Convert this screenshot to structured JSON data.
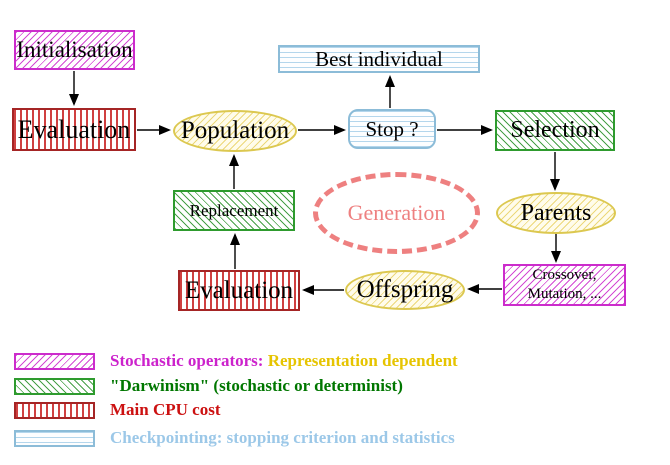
{
  "nodes": {
    "initialisation": "Initialisation",
    "evaluation_top": "Evaluation",
    "population": "Population",
    "best_individual": "Best individual",
    "stop": "Stop ?",
    "selection": "Selection",
    "replacement": "Replacement",
    "generation": "Generation",
    "parents": "Parents",
    "offspring": "Offspring",
    "evaluation_bottom": "Evaluation",
    "crossover_line1": "Crossover,",
    "crossover_line2": "Mutation, ..."
  },
  "legend": {
    "stochastic_label": "Stochastic operators:",
    "stochastic_detail": "Representation dependent",
    "darwinism": "\"Darwinism\" (stochastic or determinist)",
    "cpu": "Main CPU cost",
    "checkpointing": "Checkpointing: stopping criterion and statistics"
  },
  "colors": {
    "magenta": "#cc2ccc",
    "yellow_border": "#dcc850",
    "yellow_text": "#e6c400",
    "green": "#2e9b2e",
    "green_text": "#007700",
    "red_stripe": "#d04040",
    "red_border": "#a52525",
    "red_text": "#cc1111",
    "cyan_border": "#8cbcd8",
    "cyan_text": "#9cc8e8",
    "salmon": "#ee8080"
  }
}
